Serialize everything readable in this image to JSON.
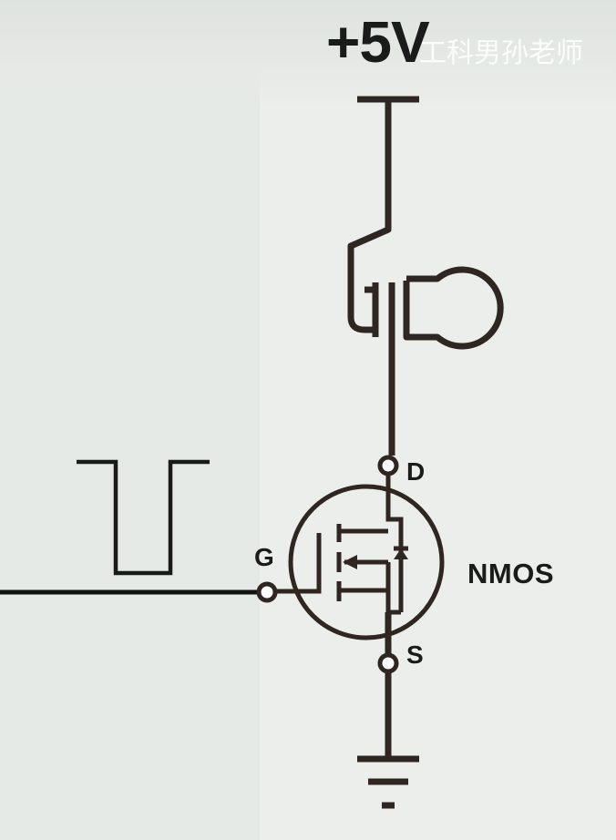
{
  "labels": {
    "supply": "+5V",
    "drain": "D",
    "gate": "G",
    "source": "S",
    "device": "NMOS"
  },
  "watermark": "工科男孙老师",
  "colors": {
    "wire": "#2f2621",
    "input_line": "#111111",
    "background": "#e9ece9"
  }
}
